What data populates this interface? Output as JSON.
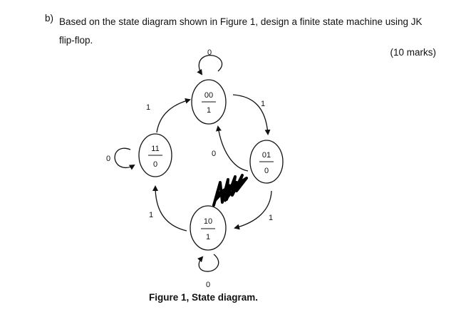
{
  "question": {
    "label": "b)",
    "text": "Based on the state diagram shown in Figure 1, design a finite state machine using JK flip-flop.",
    "marks": "(10 marks)"
  },
  "diagram": {
    "caption": "Figure 1, State diagram.",
    "states": {
      "s00": {
        "name": "00",
        "output": "1"
      },
      "s01": {
        "name": "01",
        "output": "0"
      },
      "s10": {
        "name": "10",
        "output": "1"
      },
      "s11": {
        "name": "11",
        "output": "0"
      }
    },
    "transitions": {
      "s00_self": "0",
      "s00_to_s01": "1",
      "s01_to_s00": "0",
      "s01_to_s10": "1",
      "s10_self": "0",
      "s10_to_s11": "1",
      "s11_self": "0",
      "s11_to_s00": "1"
    }
  }
}
